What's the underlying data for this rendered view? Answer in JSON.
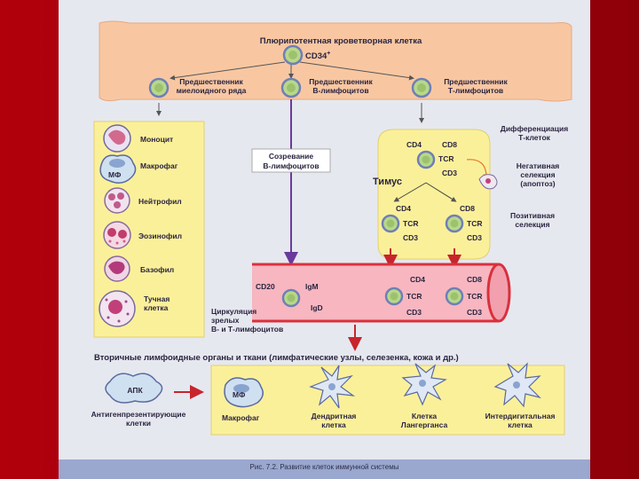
{
  "top_box": {
    "stem_cell": "Плюрипотентная кроветворная клетка",
    "stem_marker": "CD34",
    "stem_marker_sup": "+",
    "progenitors": [
      {
        "line1": "Предшественник",
        "line2": "миелоидного ряда"
      },
      {
        "line1": "Предшественник",
        "line2": "В-лимфоцитов"
      },
      {
        "line1": "Предшественник",
        "line2": "Т-лимфоцитов"
      }
    ]
  },
  "myeloid_cells": [
    "Моноцит",
    "Макрофаг",
    "Нейтрофил",
    "Эозинофил",
    "Базофил",
    "Тучная",
    "клетка"
  ],
  "mf_abbr": "МФ",
  "b_maturation": {
    "line1": "Созревание",
    "line2": "В-лимфоцитов"
  },
  "thymus": {
    "title": "Тимус",
    "markers": {
      "cd4": "CD4",
      "cd8": "CD8",
      "tcr": "TCR",
      "cd3": "CD3"
    },
    "differentiation": {
      "line1": "Дифференциация",
      "line2": "Т-клеток"
    },
    "negative": {
      "line1": "Негативная",
      "line2": "селекция",
      "line3": "(апоптоз)"
    },
    "positive": {
      "line1": "Позитивная",
      "line2": "селекция"
    }
  },
  "circulation": {
    "cd20": "CD20",
    "igm": "IgM",
    "igd": "IgD",
    "line1": "Циркуляция",
    "line2": "зрелых",
    "line3": "В- и Т-лимфоцитов"
  },
  "secondary_title": "Вторичные лимфоидные органы и ткани (лимфатические узлы, селезенка, кожа и др.)",
  "apc": {
    "abbr": "АПК",
    "line1": "Антигенпрезентирующие",
    "line2": "клетки"
  },
  "bottom_cells": {
    "macrophage": "Макрофаг",
    "dendritic": {
      "line1": "Дендритная",
      "line2": "клетка"
    },
    "langerhans": {
      "line1": "Клетка",
      "line2": "Лангерганса"
    },
    "interdigital": {
      "line1": "Интердигитальная",
      "line2": "клетка"
    }
  },
  "caption": "Рис. 7.2. Развитие клеток иммунной системы",
  "colors": {
    "top_box": "#f8c7a2",
    "yellow_box": "#fbf09a",
    "vessel": "#f7b6c0",
    "vessel_border": "#d9303d",
    "arrow_red": "#c8242c",
    "arrow_purple": "#6a3a9c",
    "cell_fill": "#b8d88a",
    "cell_ring": "#6f7fb6"
  }
}
